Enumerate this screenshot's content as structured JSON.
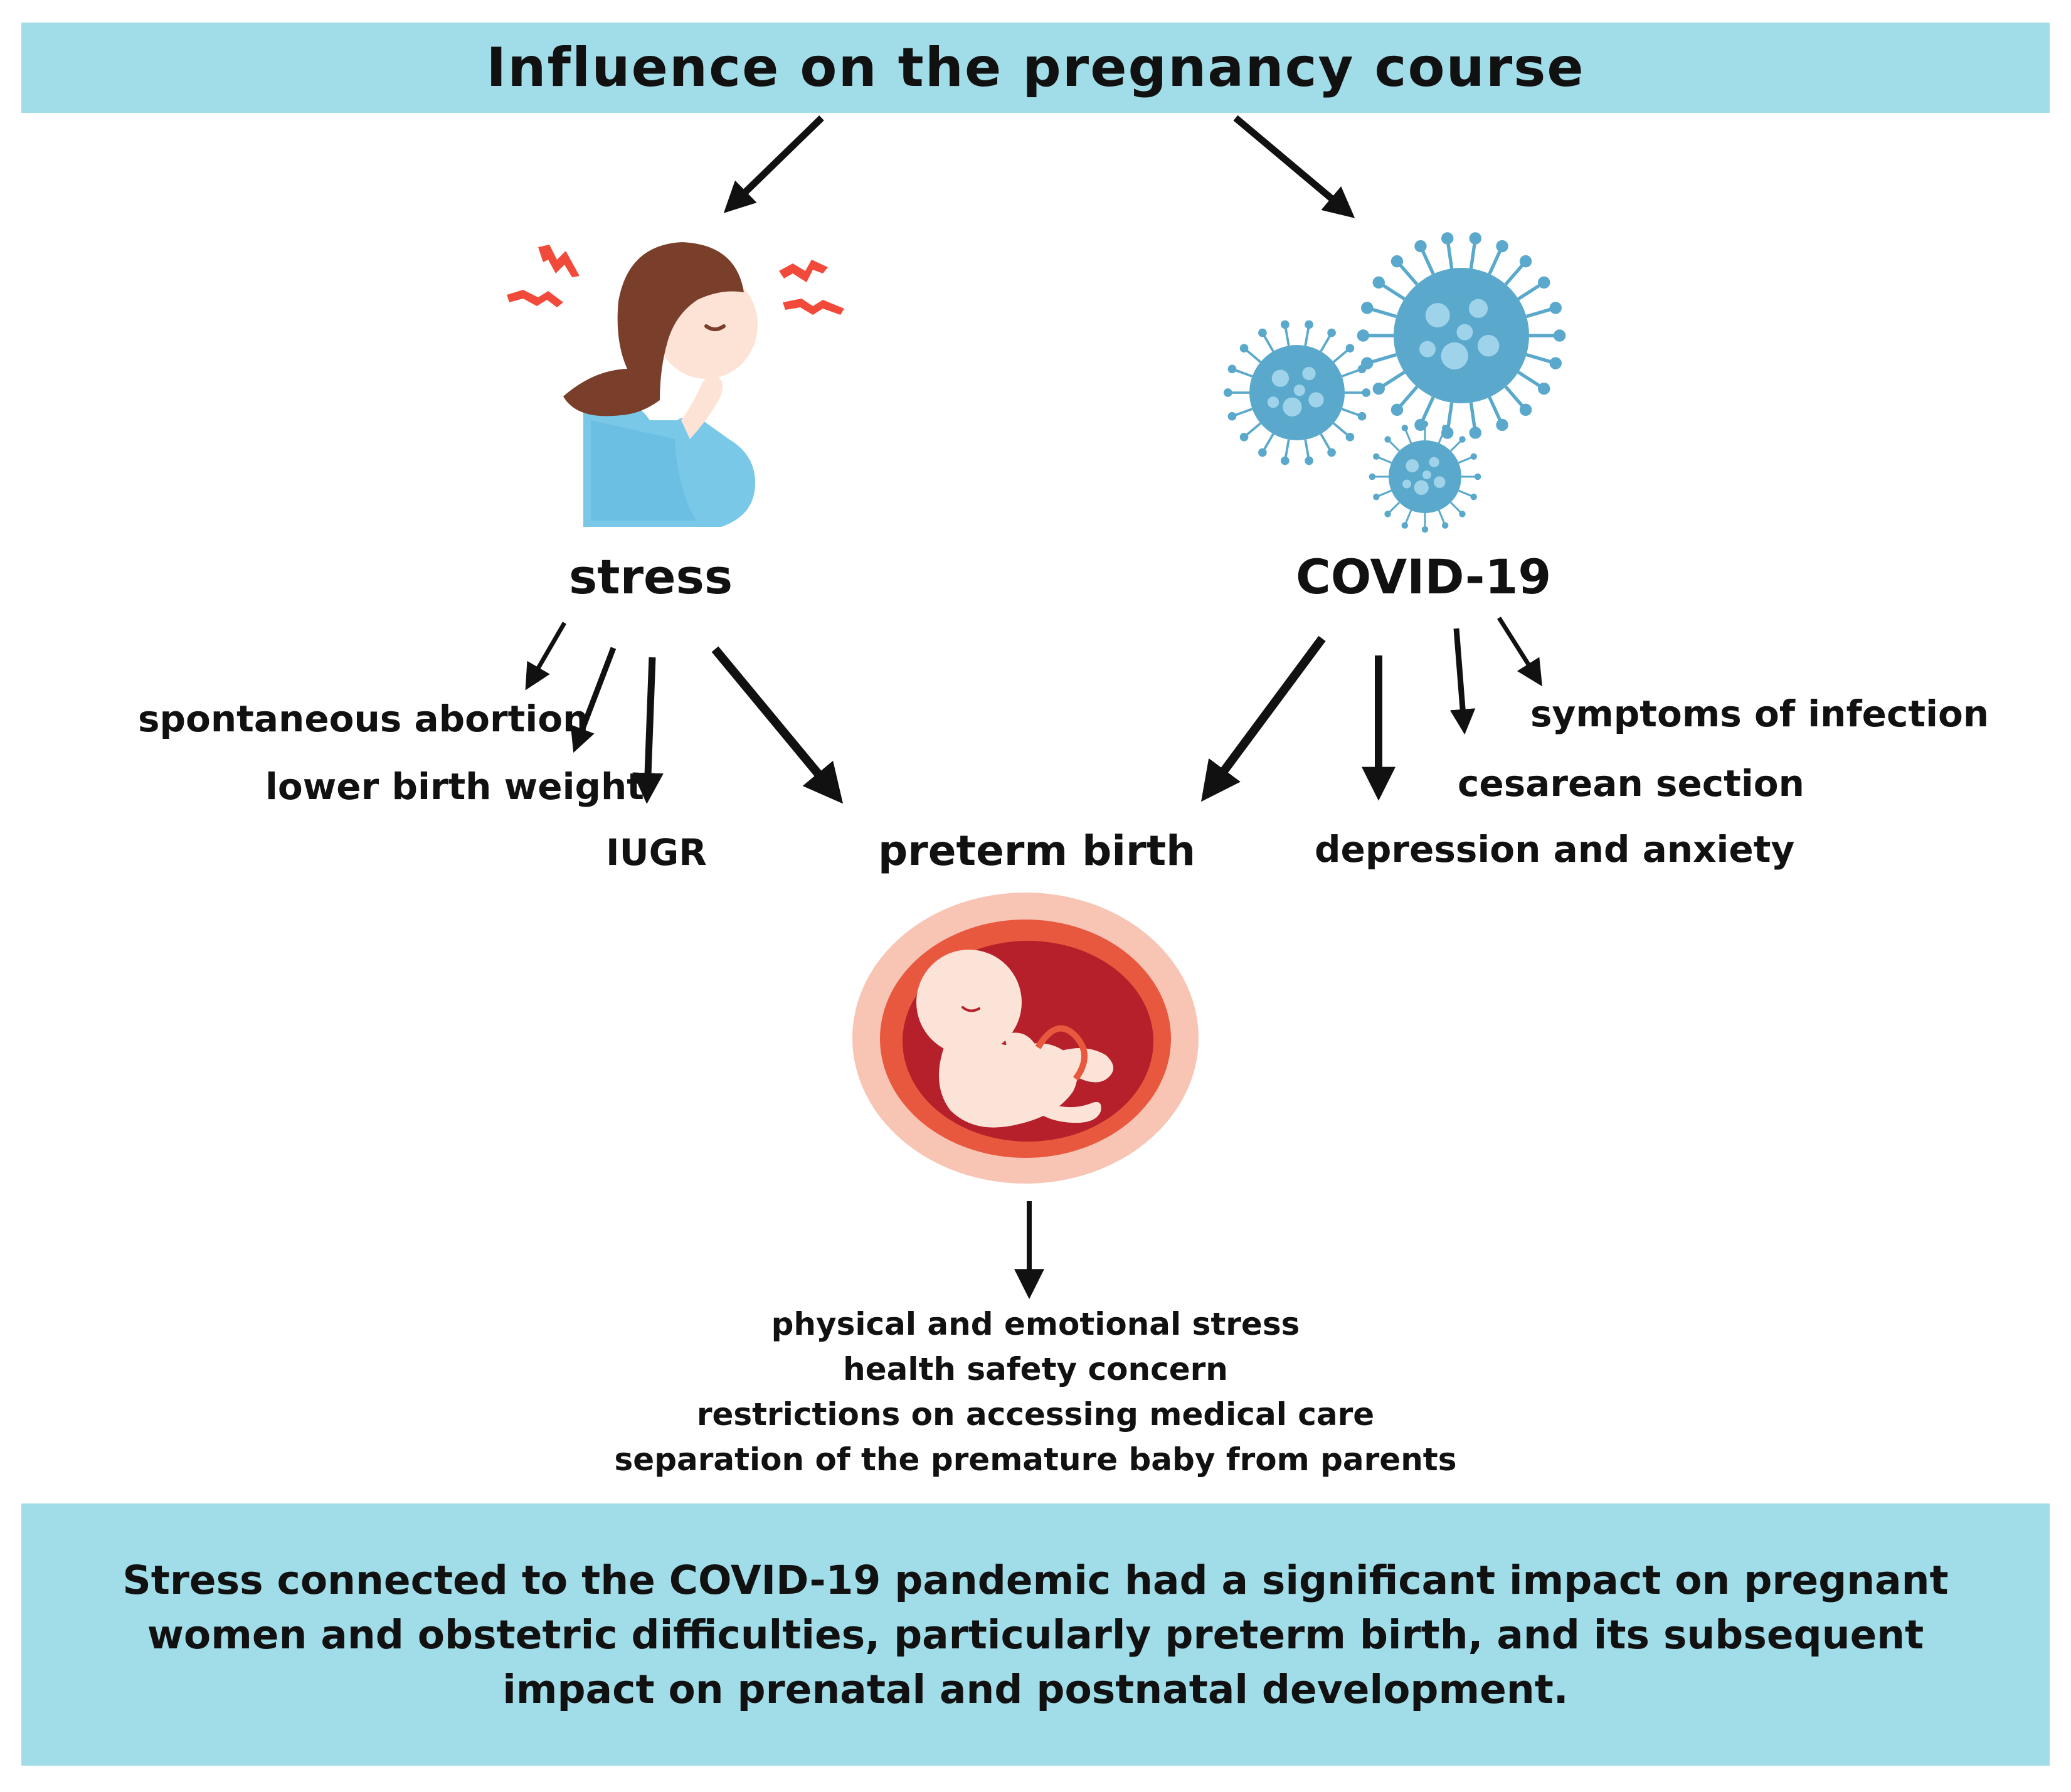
{
  "title": "Influence on the pregnancy course",
  "factors": {
    "stress": "stress",
    "covid": "COVID-19"
  },
  "stress_outcomes": {
    "spontaneous_abortion": "spontaneous abortion",
    "lower_birth_weight": "lower birth weight",
    "iugr": "IUGR"
  },
  "shared_outcome": "preterm birth",
  "covid_outcomes": {
    "symptoms_of_infection": "symptoms of infection",
    "cesarean_section": "cesarean section",
    "depression_and_anxiety": "depression and anxiety"
  },
  "preterm_consequences": [
    "physical and emotional stress",
    "health safety concern",
    "restrictions on accessing medical care",
    "separation of the premature baby from parents"
  ],
  "conclusion": "Stress connected to the COVID-19 pandemic had a significant impact on pregnant women and obstetric difficulties, particularly preterm birth, and its subsequent impact on prenatal and postnatal development.",
  "illustrations": {
    "stress": "stressed-pregnant-woman-icon",
    "covid": "virus-icon",
    "fetus": "fetus-in-womb-icon"
  },
  "colors": {
    "band": "#a1dde8",
    "arrow": "#111111",
    "virus": "#5aa9cc",
    "dress": "#79c8e8",
    "hair": "#7a3f2a",
    "skin": "#fde2d6",
    "stress_marks": "#f24a3a",
    "womb_outer": "#f8c4b4",
    "womb_mid": "#e8583e",
    "womb_inner": "#b5202a"
  }
}
